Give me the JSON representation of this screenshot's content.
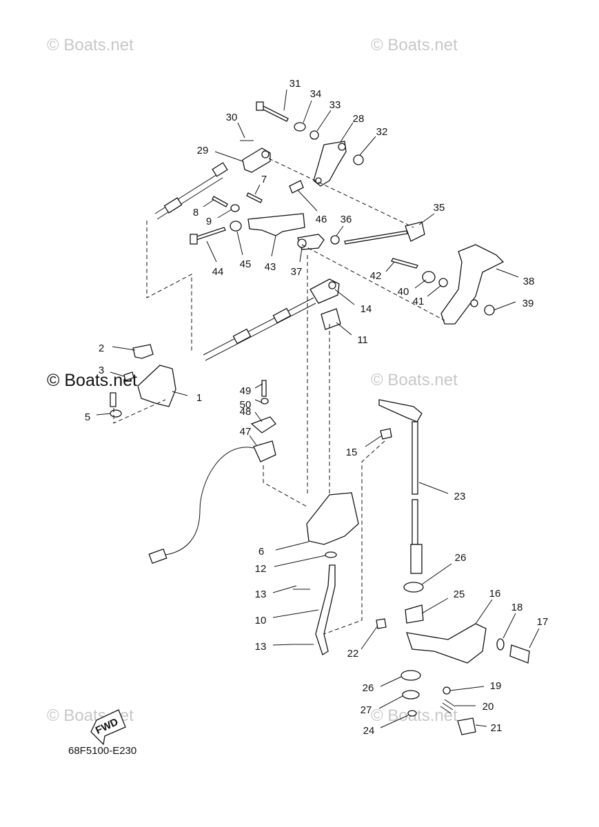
{
  "watermarks": [
    {
      "text": "© Boats.net",
      "variant": "light"
    },
    {
      "text": "© Boats.net",
      "variant": "light"
    },
    {
      "text": "© Boats.net",
      "variant": "dark"
    },
    {
      "text": "© Boats.net",
      "variant": "light"
    },
    {
      "text": "© Boats.net",
      "variant": "light"
    },
    {
      "text": "© Boats.net",
      "variant": "light"
    }
  ],
  "diagram_code": "68F5100-E230",
  "fwd_label": "FWD",
  "part_labels": [
    "31",
    "34",
    "33",
    "28",
    "32",
    "30",
    "29",
    "7",
    "8",
    "9",
    "46",
    "36",
    "35",
    "44",
    "45",
    "43",
    "37",
    "42",
    "38",
    "40",
    "41",
    "39",
    "14",
    "11",
    "2",
    "3",
    "1",
    "5",
    "49",
    "50",
    "48",
    "47",
    "15",
    "23",
    "6",
    "12",
    "26",
    "25",
    "16",
    "18",
    "17",
    "13",
    "10",
    "22",
    "13",
    "26",
    "19",
    "27",
    "20",
    "24",
    "21"
  ]
}
